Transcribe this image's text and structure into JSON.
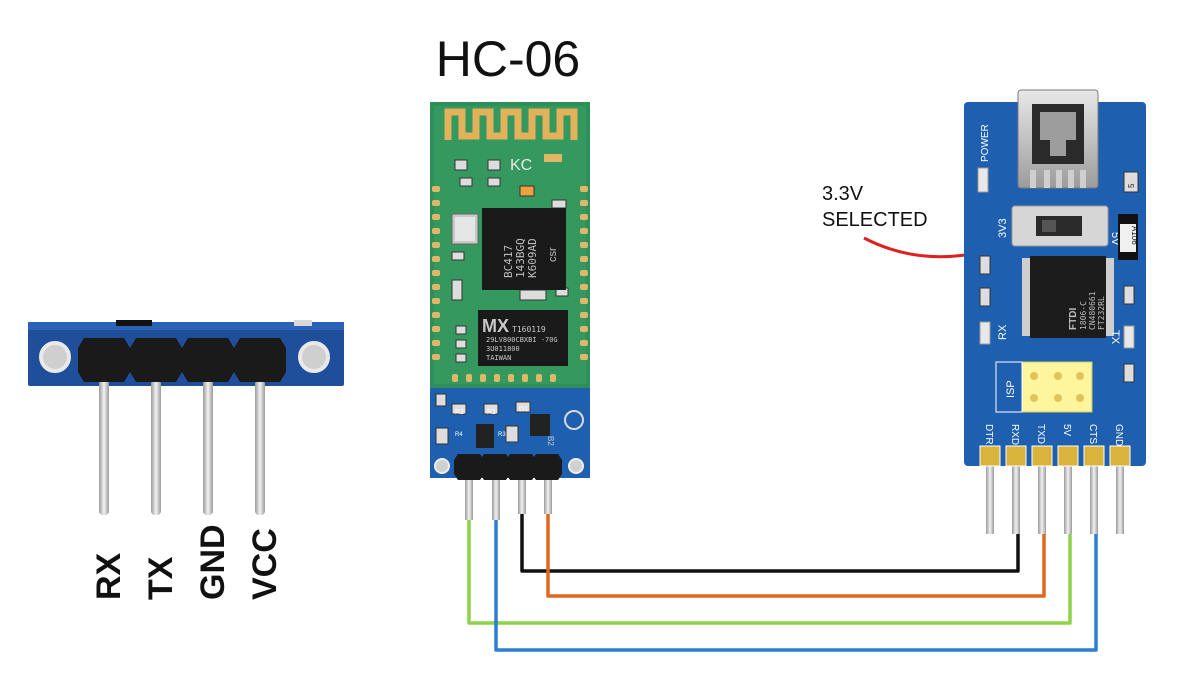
{
  "title": "HC-06",
  "annotation": {
    "line1": "3.3V",
    "line2": "SELECTED"
  },
  "pin_header": {
    "labels": [
      "RX",
      "TX",
      "GND",
      "VCC"
    ]
  },
  "hc06_board": {
    "chip_top_lines": [
      "BC417",
      "143BGQ",
      "K609AD"
    ],
    "chip_top_brand": "csr",
    "chip_bottom_brand": "MX",
    "chip_bottom_lines": [
      "T160119",
      "29LV800CBXBI -70G",
      "3U011800",
      "TAIWAN"
    ],
    "pcb_marks": [
      "R2",
      "R1",
      "D1",
      "B2",
      "R4",
      "R3"
    ]
  },
  "ftdi_board": {
    "pin_labels": [
      "DTR",
      "RXD",
      "TXD",
      "5V",
      "CTS",
      "GND"
    ],
    "power_label": "POWER",
    "v3_label": "3V3",
    "v5_label": "5V",
    "rx_led_label": "RX",
    "tx_led_label": "TX",
    "isp_label": "ISP",
    "chip_lines": [
      "FTDI",
      "1806-C",
      "CN480661",
      "FT232RL"
    ],
    "resistor_label": "A106",
    "small_label": "5"
  },
  "wires": [
    {
      "name": "green",
      "color": "#8ed14a"
    },
    {
      "name": "blue",
      "color": "#2a7fd4"
    },
    {
      "name": "black",
      "color": "#111111"
    },
    {
      "name": "orange",
      "color": "#e2661f"
    }
  ],
  "colors": {
    "pcb_blue": "#1f5fb0",
    "pcb_green": "#2f8f5a",
    "gold": "#d9a64a",
    "arrow": "#e02020"
  }
}
